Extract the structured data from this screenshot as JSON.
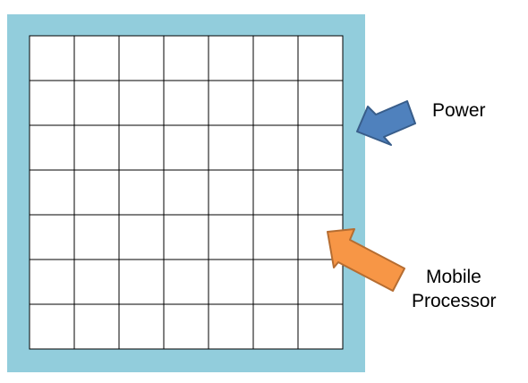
{
  "colors": {
    "frame": "#92CDDC",
    "grid_fill": "#FFFFFF",
    "grid_line": "#000000",
    "power_arrow_fill": "#4F81BD",
    "power_arrow_stroke": "#385D8A",
    "processor_arrow_fill": "#F79646",
    "processor_arrow_stroke": "#B66D31"
  },
  "grid": {
    "rows": 7,
    "columns": 7
  },
  "labels": {
    "power": "Power",
    "processor_line1": "Mobile",
    "processor_line2": "Processor"
  },
  "icons": {
    "power_arrow": "arrow-left-down-icon",
    "processor_arrow": "arrow-left-up-icon"
  }
}
